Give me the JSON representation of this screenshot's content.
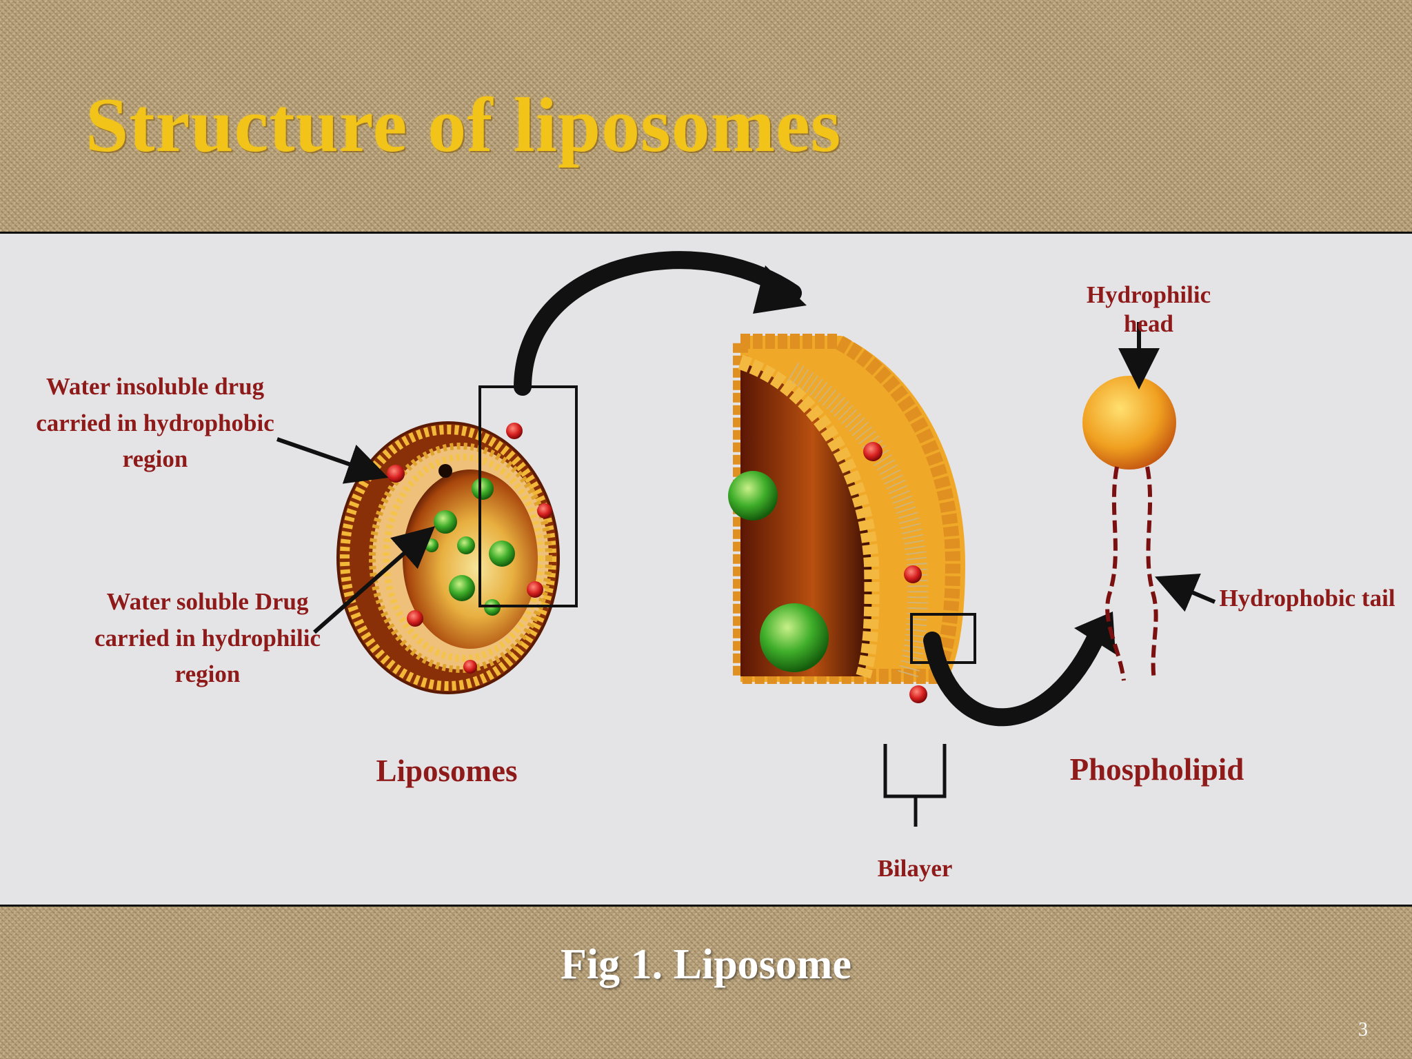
{
  "slide": {
    "title": "Structure of liposomes",
    "caption": "Fig 1. Liposome",
    "page_number": "3"
  },
  "diagram": {
    "labels": {
      "water_insoluble": "Water insoluble drug carried in hydrophobic region",
      "water_soluble": "Water soluble Drug carried in hydrophilic region",
      "liposomes": "Liposomes",
      "bilayer": "Bilayer",
      "hydrophilic_head": "Hydrophilic head",
      "hydrophobic_tail": "Hydrophobic tail",
      "phospholipid": "Phospholipid"
    }
  },
  "colors": {
    "title": "#f2c318",
    "label": "#8e1a1a",
    "panel_bg": "#e4e4e6",
    "head": "#f0a020",
    "drug_green": "#3fae2a",
    "drug_red": "#d61f1f"
  }
}
